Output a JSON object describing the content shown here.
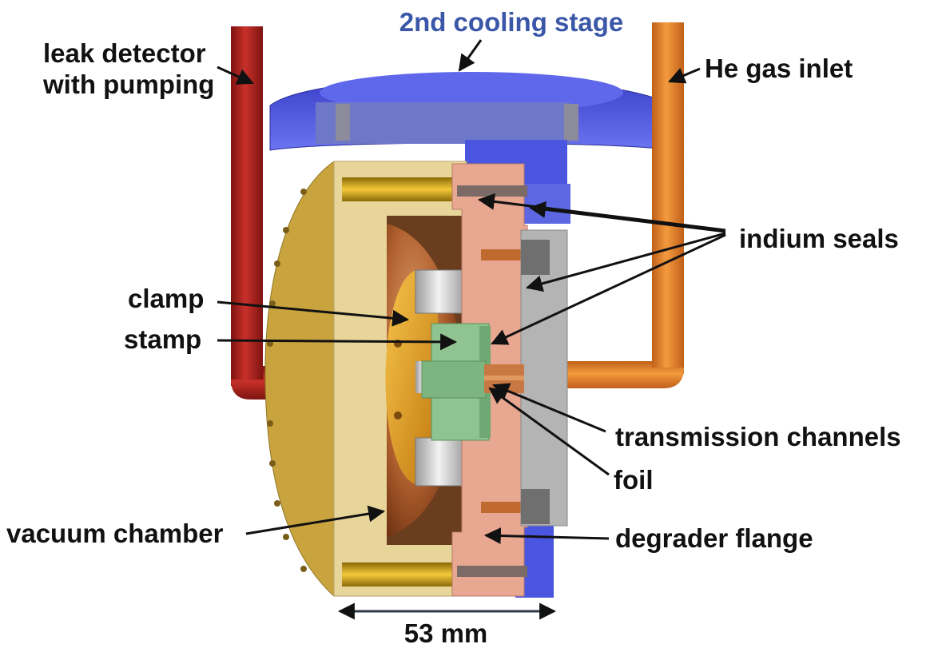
{
  "labels": {
    "cooling_stage": "2nd cooling stage",
    "leak_detector_line1": "leak detector",
    "leak_detector_line2": "with pumping",
    "he_gas_inlet": "He gas inlet",
    "indium_seals": "indium seals",
    "clamp": "clamp",
    "stamp": "stamp",
    "transmission_channels": "transmission channels",
    "foil": "foil",
    "vacuum_chamber": "vacuum chamber",
    "degrader_flange": "degrader flange",
    "dimension": "53 mm"
  },
  "colors": {
    "cooling_stage": "#4a55e0",
    "leak_tube": "#b5231f",
    "he_tube": "#ee8120",
    "vacuum_chamber": "#e8d59a",
    "degrader_flange": "#e8a791",
    "gray_plate": "#b4b4b4",
    "stamp": "#8fc491",
    "copper": "#c87843",
    "brass_bolt": "#d6a21c",
    "label_blue": "#3a57a8"
  }
}
